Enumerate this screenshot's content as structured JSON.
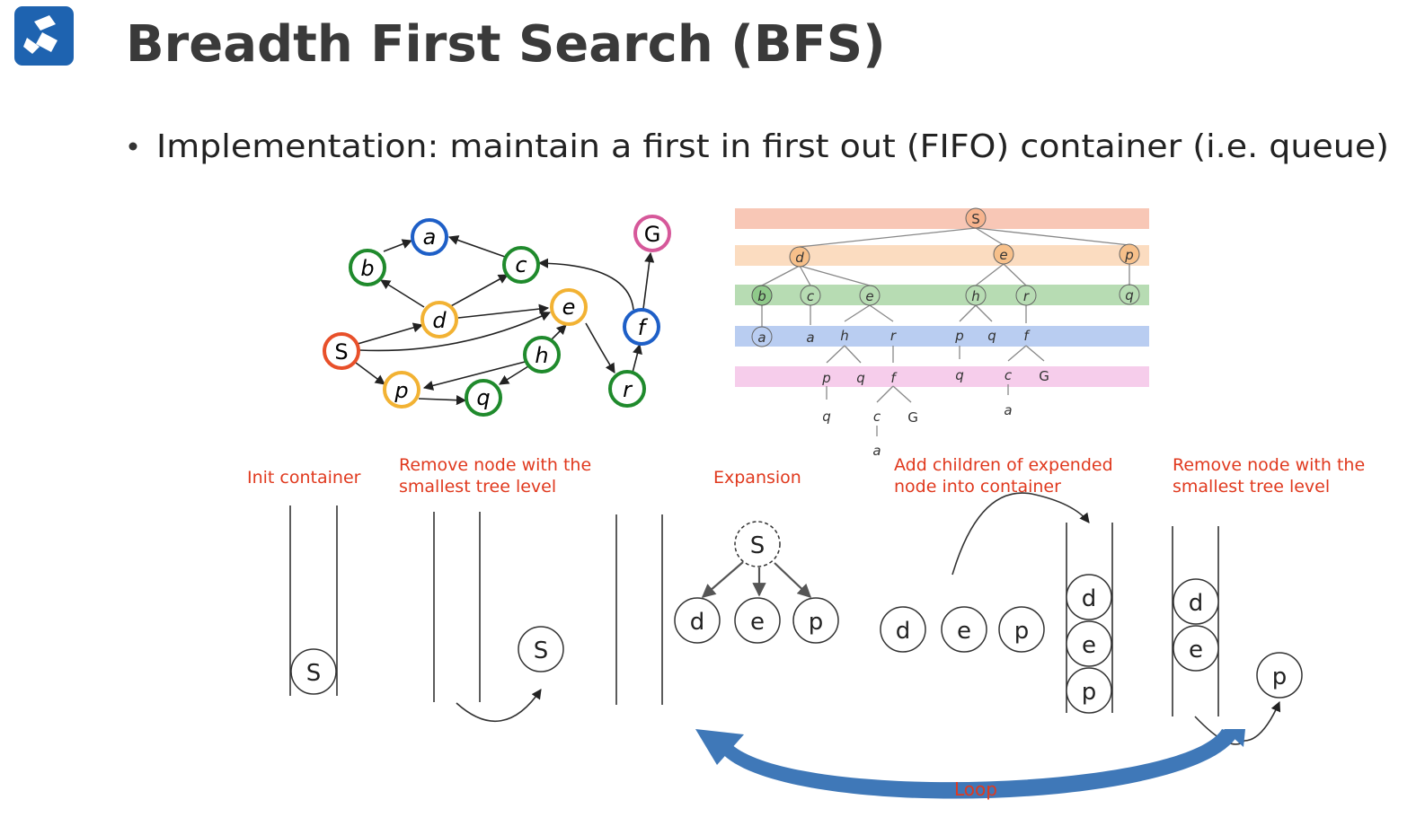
{
  "title": "Breadth First Search (BFS)",
  "bullet": "Implementation: maintain a first in first out (FIFO) container (i.e. queue)",
  "colors": {
    "title": "#3a3a3a",
    "caption": "#e0391e",
    "logo_bg": "#1e63b0",
    "start_node": "#e8502a",
    "goal_node": "#d6589a",
    "blue_node": "#1e5fc7",
    "green_node": "#1f8a2c",
    "orange_node": "#f2b233",
    "loop_arrow": "#3f78b8",
    "band_s": "#f8c7b6",
    "band_level1": "#fbdcc0",
    "band_level2": "#b7dcb3",
    "band_level3": "#b9cdf1",
    "band_level4": "#f6cdeb"
  },
  "graph": {
    "nodes": {
      "S": "S",
      "a": "a",
      "b": "b",
      "c": "c",
      "d": "d",
      "e": "e",
      "f": "f",
      "G": "G",
      "h": "h",
      "p": "p",
      "q": "q",
      "r": "r"
    }
  },
  "search_tree": {
    "level0": [
      "S"
    ],
    "level1": [
      "d",
      "e",
      "p"
    ],
    "level2": [
      "b",
      "c",
      "e",
      "h",
      "r",
      "q"
    ],
    "level3": [
      "a",
      "a",
      "h",
      "r",
      "p",
      "q",
      "f"
    ],
    "level4": [
      "p",
      "q",
      "f",
      "q",
      "c",
      "G"
    ],
    "level5": [
      "q",
      "c",
      "G",
      "a"
    ],
    "level6": [
      "a"
    ]
  },
  "steps": {
    "init_caption": "Init container",
    "remove_caption_1a": "Remove node with the",
    "remove_caption_1b": "smallest tree level",
    "expansion_caption": "Expansion",
    "add_caption_a": "Add children of expended",
    "add_caption_b": "node into container",
    "remove_caption_2a": "Remove node with the",
    "remove_caption_2b": "smallest tree level",
    "loop_label": "Loop",
    "init_nodes": [
      "S"
    ],
    "removed_node_1": "S",
    "expanded_node": "S",
    "children": [
      "d",
      "e",
      "p"
    ],
    "pending_nodes": [
      "d",
      "e",
      "p"
    ],
    "queue_after_add": [
      "d",
      "e",
      "p"
    ],
    "queue_after_remove": [
      "d",
      "e"
    ],
    "removed_node_2": "p"
  },
  "logo_icon": "s-logo-icon"
}
